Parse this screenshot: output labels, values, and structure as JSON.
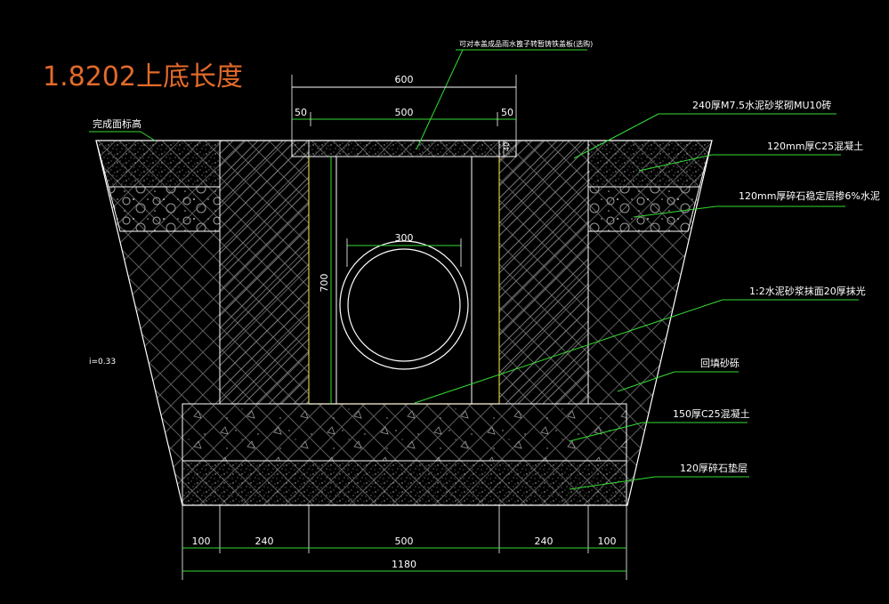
{
  "title": "1.8202上底长度",
  "labels": {
    "top_note": "可对本盖成品雨水篦子转暂铸铁盖板(选购)",
    "ground": "完成面标高",
    "brick": "240厚M7.5水泥砂浆砌MU10砖",
    "concrete_top": "120mm厚C25混凝土",
    "gravel_cement": "120mm厚碎石稳定层掺6%水泥",
    "plaster": "1:2水泥砂浆抹面20厚抹光",
    "backfill": "回填砂砾",
    "concrete_base": "150厚C25混凝土",
    "gravel_base": "120厚碎石垫层",
    "slope": "i=0.33"
  },
  "dimensions": {
    "cover_width": "600",
    "cover_left": "50",
    "cover_mid": "500",
    "cover_right": "50",
    "cover_thick": "40",
    "pipe_dia": "300",
    "inner_height": "700",
    "bottom": [
      "100",
      "240",
      "500",
      "240",
      "100"
    ],
    "total": "1180"
  },
  "colors": {
    "background": "#000000",
    "lines": "#ffffff",
    "leader": "#33dd33",
    "title": "#e36a2a",
    "plaster_line": "#ffee44"
  }
}
